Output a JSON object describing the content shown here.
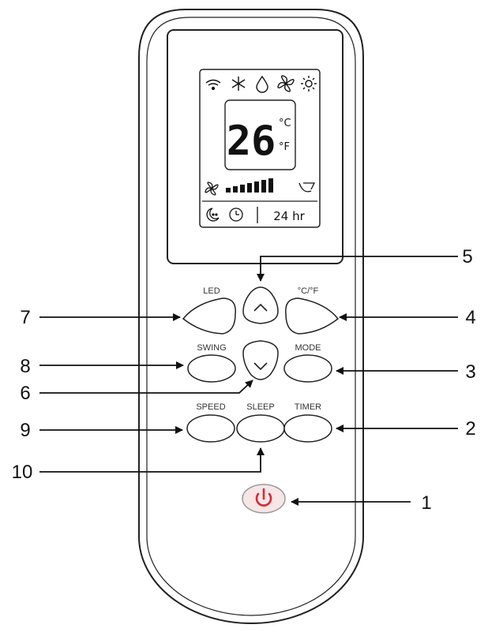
{
  "display": {
    "temperature": "26",
    "unit_c": "°C",
    "unit_f": "°F",
    "timer": "24 hr"
  },
  "buttons": {
    "led": "LED",
    "unit_toggle": "°C/°F",
    "swing": "SWING",
    "mode": "MODE",
    "speed": "SPEED",
    "sleep": "SLEEP",
    "timer": "TIMER"
  },
  "callouts": {
    "power": "1",
    "timer": "2",
    "mode": "3",
    "unit_toggle": "4",
    "up": "5",
    "down": "6",
    "led": "7",
    "swing": "8",
    "speed": "9",
    "sleep": "10"
  },
  "colors": {
    "outline": "#222222",
    "power_red": "#d32c3a",
    "power_bg": "#f6e6e6"
  }
}
